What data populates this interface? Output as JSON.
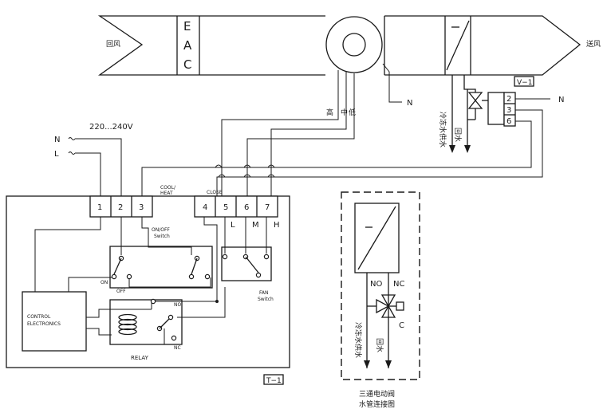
{
  "duct": {
    "return_air": "回风",
    "supply_air": "送风",
    "eac": [
      "E",
      "A",
      "C"
    ],
    "speeds": {
      "high": "高",
      "mid": "中",
      "low": "低"
    },
    "neutral": "N"
  },
  "valve": {
    "tag": "V−1",
    "terminals": [
      "2",
      "3",
      "6"
    ],
    "neutral": "N",
    "supply_water": "冷冻水供水",
    "return_water": "回水"
  },
  "power": {
    "voltage": "220...240V",
    "n": "N",
    "l": "L"
  },
  "thermostat": {
    "terminals": [
      "1",
      "2",
      "3",
      "4",
      "5",
      "6",
      "7"
    ],
    "cool_heat": [
      "COOL/",
      "HEAT"
    ],
    "close": "CLOSE",
    "speed_labels": [
      "L",
      "M",
      "H"
    ],
    "onoff_switch": [
      "ON/OFF",
      "Switch"
    ],
    "on": "ON",
    "off": "OFF",
    "fan_switch": [
      "FAN",
      "Switch"
    ],
    "control": [
      "CONTROL",
      "ELECTRONICS"
    ],
    "relay": "RELAY",
    "no": "NO",
    "nc": "NC",
    "tag": "T−1"
  },
  "detail": {
    "no": "NO",
    "nc": "NC",
    "c": "C",
    "supply_water": "冷冻水供水",
    "return_water": "回水",
    "caption": [
      "三通电动阀",
      "水管连接图"
    ]
  }
}
